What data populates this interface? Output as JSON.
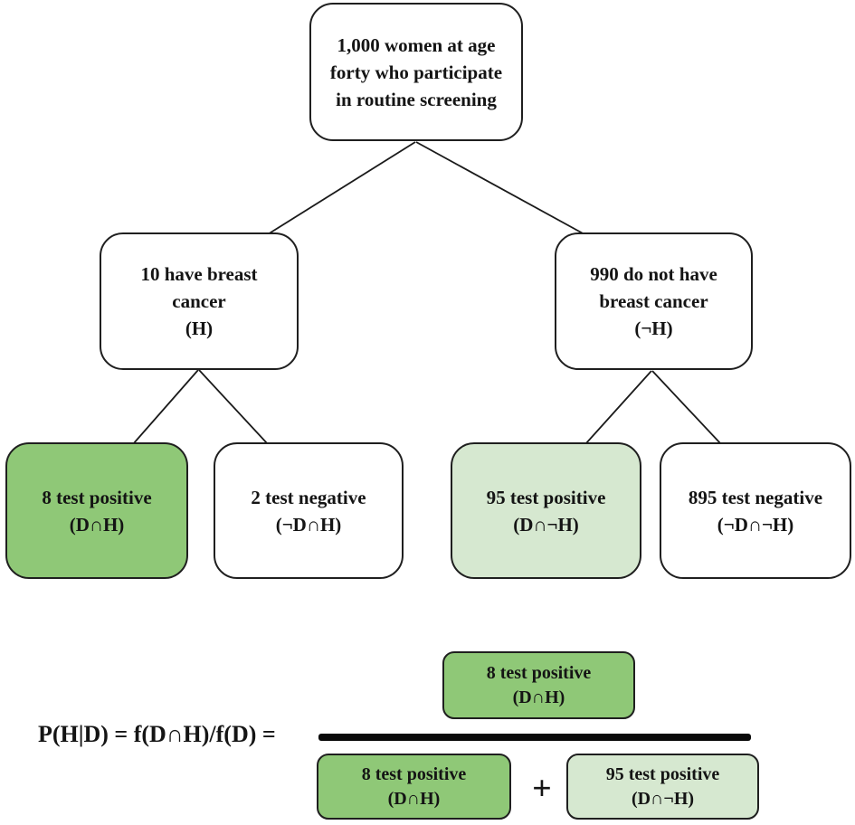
{
  "colors": {
    "highlight_green": "#8fc877",
    "highlight_light_green": "#d6e8d0",
    "box_border": "#1f1f1f",
    "line": "#1a1a1a",
    "fraction_bar": "#0a0a0a"
  },
  "tree": {
    "root": {
      "lines": [
        "1,000 women at age",
        "forty who participate",
        "in routine screening"
      ]
    },
    "have_cancer": {
      "lines": [
        "10 have breast",
        "cancer",
        "(H)"
      ]
    },
    "no_cancer": {
      "lines": [
        "990 do not have",
        "breast cancer",
        "(¬H)"
      ]
    },
    "test_positive_h": {
      "lines": [
        "8 test positive",
        "(D∩H)"
      ]
    },
    "test_negative_h": {
      "lines": [
        "2 test negative",
        "(¬D∩H)"
      ]
    },
    "test_positive_noth": {
      "lines": [
        "95 test positive",
        "(D∩¬H)"
      ]
    },
    "test_negative_noth": {
      "lines": [
        "895 test negative",
        "(¬D∩¬H)"
      ]
    }
  },
  "formula": {
    "lhs": "P(H|D) = f(D∩H)/f(D) =",
    "numerator": {
      "lines": [
        "8 test positive",
        "(D∩H)"
      ]
    },
    "denominator_left": {
      "lines": [
        "8 test positive",
        "(D∩H)"
      ]
    },
    "operator": "+",
    "denominator_right": {
      "lines": [
        "95 test positive",
        "(D∩¬H)"
      ]
    }
  }
}
